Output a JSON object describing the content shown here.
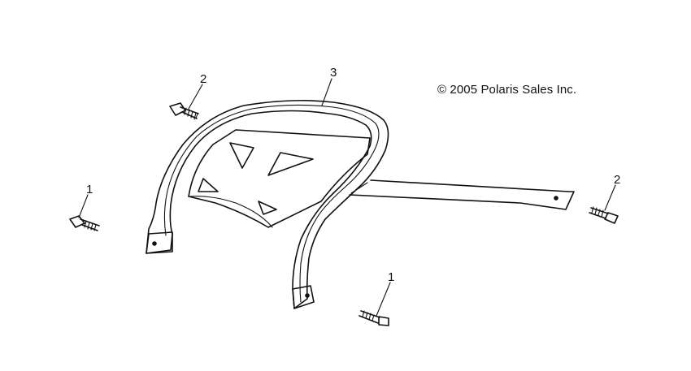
{
  "copyright": "© 2005 Polaris Sales Inc.",
  "callouts": {
    "bolt_left": "1",
    "bolt_top_left": "2",
    "rack": "3",
    "bolt_right": "2",
    "bolt_bottom": "1"
  }
}
